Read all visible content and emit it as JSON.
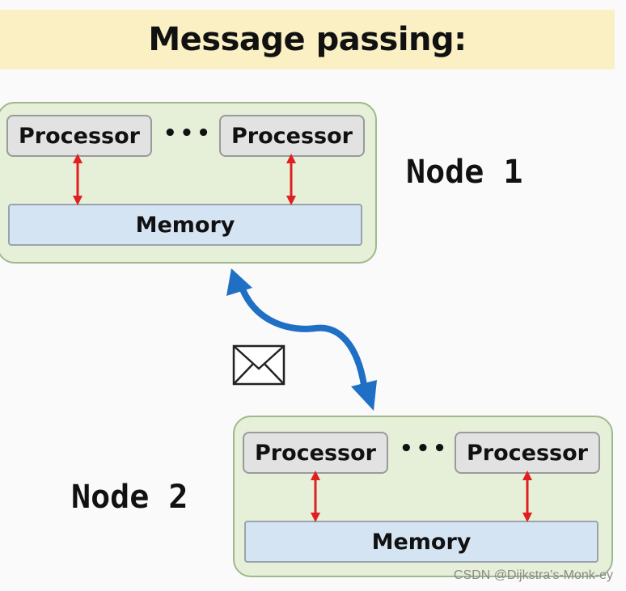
{
  "title": "Message passing:",
  "node1": {
    "label": "Node 1",
    "processor_left": "Processor",
    "ellipsis": "•••",
    "processor_right": "Processor",
    "memory": "Memory"
  },
  "node2": {
    "label": "Node 2",
    "processor_left": "Processor",
    "ellipsis": "•••",
    "processor_right": "Processor",
    "memory": "Memory"
  },
  "message_icon": "envelope-icon",
  "watermark": "CSDN @Dijkstra's-Monk-ey",
  "colors": {
    "title_bg": "#fbf0c4",
    "node_bg": "#e6efd8",
    "node_border": "#9fb98c",
    "processor_bg": "#e2e2e2",
    "memory_bg": "#d5e4f3",
    "link_arrow": "#e02020",
    "message_arrow": "#1f6fc4"
  }
}
